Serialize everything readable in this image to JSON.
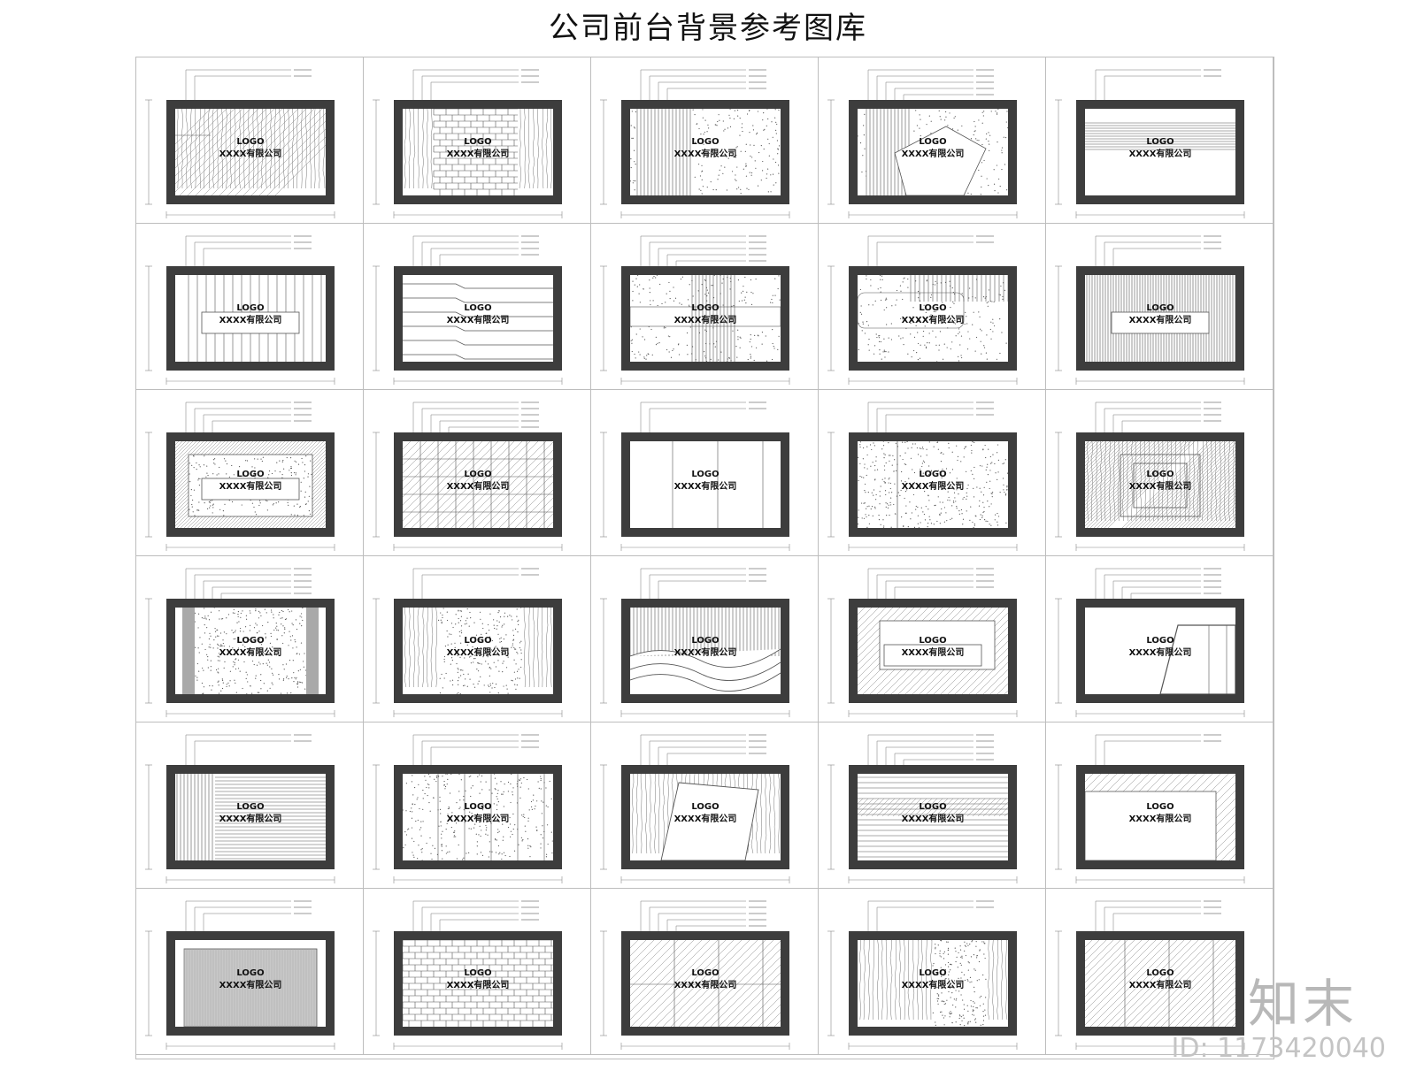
{
  "page": {
    "title": "公司前台背景参考图库"
  },
  "panel_text": {
    "logo": "LOGO",
    "company": "XXXX有限公司"
  },
  "colors": {
    "frame": "#3d3d3d",
    "line": "#555555",
    "grid": "#bdbdbd",
    "accent_gray": "#a9a9a9"
  },
  "panels": [
    {
      "id": 1,
      "pattern": "wood",
      "overlay": "panels-4"
    },
    {
      "id": 2,
      "pattern": "wood-brick",
      "overlay": "none"
    },
    {
      "id": 3,
      "pattern": "stripes-dots",
      "overlay": "none"
    },
    {
      "id": 4,
      "pattern": "dots-pentagon",
      "overlay": "none"
    },
    {
      "id": 5,
      "pattern": "hlines-band",
      "overlay": "none"
    },
    {
      "id": 6,
      "pattern": "vlines-sparse",
      "overlay": "plate"
    },
    {
      "id": 7,
      "pattern": "hbands",
      "overlay": "none"
    },
    {
      "id": 8,
      "pattern": "dots-band",
      "overlay": "none"
    },
    {
      "id": 9,
      "pattern": "dots-stripes",
      "overlay": "none"
    },
    {
      "id": 10,
      "pattern": "vlines-dense",
      "overlay": "plate"
    },
    {
      "id": 11,
      "pattern": "dots-inset",
      "overlay": "plate"
    },
    {
      "id": 12,
      "pattern": "grid-hatch",
      "overlay": "none"
    },
    {
      "id": 13,
      "pattern": "plain-verticals",
      "overlay": "none"
    },
    {
      "id": 14,
      "pattern": "dots-full",
      "overlay": "none"
    },
    {
      "id": 15,
      "pattern": "wood-nested",
      "overlay": "none"
    },
    {
      "id": 16,
      "pattern": "dots-sidepanels",
      "overlay": "none"
    },
    {
      "id": 17,
      "pattern": "wood-dots-center",
      "overlay": "none"
    },
    {
      "id": 18,
      "pattern": "waves",
      "overlay": "none"
    },
    {
      "id": 19,
      "pattern": "hatch-frame",
      "overlay": "plate"
    },
    {
      "id": 20,
      "pattern": "diagonal-split",
      "overlay": "none"
    },
    {
      "id": 21,
      "pattern": "vlines-hlines",
      "overlay": "none"
    },
    {
      "id": 22,
      "pattern": "dots-columns",
      "overlay": "none"
    },
    {
      "id": 23,
      "pattern": "wood-tilted",
      "overlay": "none"
    },
    {
      "id": 24,
      "pattern": "hlines-bands",
      "overlay": "none"
    },
    {
      "id": 25,
      "pattern": "hatch-corner",
      "overlay": "none"
    },
    {
      "id": 26,
      "pattern": "mesh",
      "overlay": "none"
    },
    {
      "id": 27,
      "pattern": "brick-hlines",
      "overlay": "none"
    },
    {
      "id": 28,
      "pattern": "hatch-grid",
      "overlay": "none"
    },
    {
      "id": 29,
      "pattern": "wood-dots-right",
      "overlay": "none"
    },
    {
      "id": 30,
      "pattern": "hatch-verticals",
      "overlay": "none"
    }
  ],
  "watermark": {
    "brand": "知末",
    "id_label": "ID: 1173420040"
  }
}
